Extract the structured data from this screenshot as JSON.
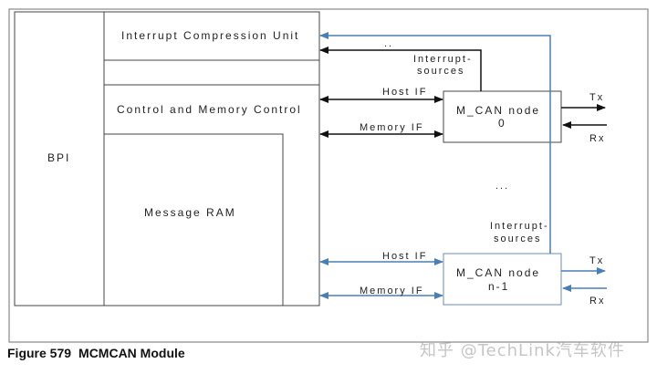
{
  "figure": {
    "number_label": "Figure 579",
    "title": "MCMCAN Module"
  },
  "blocks": {
    "bpi": "BPI",
    "icu": "Interrupt Compression Unit",
    "cmc": "Control and Memory Control",
    "ram": "Message RAM",
    "node0_line1": "M_CAN node",
    "node0_line2": "0",
    "noden_line1": "M_CAN node",
    "noden_line2": "n-1"
  },
  "labels": {
    "dots_top": "..",
    "ellipsis": "...",
    "int_src_0_l1": "Interrupt-",
    "int_src_0_l2": "sources",
    "int_src_n_l1": "Interrupt-",
    "int_src_n_l2": "sources",
    "host_if_0": "Host IF",
    "mem_if_0": "Memory IF",
    "host_if_n": "Host IF",
    "mem_if_n": "Memory IF",
    "tx_0": "Tx",
    "rx_0": "Rx",
    "tx_n": "Tx",
    "rx_n": "Rx"
  },
  "colors": {
    "black_line": "#111111",
    "blue_line": "#4a7fb5",
    "box_border": "#555555"
  },
  "watermark": "知乎 @TechLink汽车软件"
}
